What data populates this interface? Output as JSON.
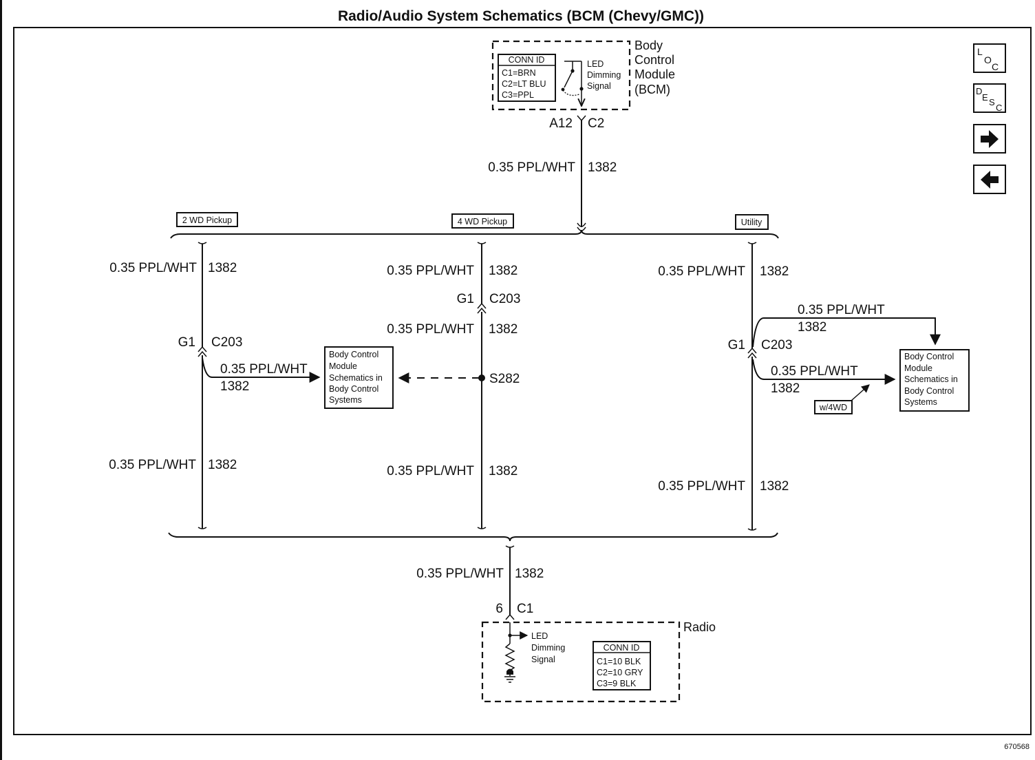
{
  "title": "Radio/Audio System Schematics (BCM (Chevy/GMC))",
  "figure_id": "670568",
  "nav": {
    "loc": [
      "L",
      "O",
      "C"
    ],
    "desc": [
      "D",
      "E",
      "S",
      "C"
    ]
  },
  "bcm": {
    "name": [
      "Body",
      "Control",
      "Module",
      "(BCM)"
    ],
    "conn_id": {
      "header": "CONN ID",
      "lines": [
        "C1=BRN",
        "C2=LT BLU",
        "C3=PPL"
      ]
    },
    "signal": [
      "LED",
      "Dimming",
      "Signal"
    ],
    "pin": "A12",
    "connector": "C2"
  },
  "wire_label": "0.35 PPL/WHT",
  "circuit": "1382",
  "tags": {
    "two_wd": "2 WD Pickup",
    "four_wd": "4 WD Pickup",
    "utility": "Utility",
    "w4wd": "w/4WD"
  },
  "inline": {
    "pin": "G1",
    "connector": "C203",
    "splice": "S282"
  },
  "ref_box": [
    "Body Control",
    "Module",
    "Schematics in",
    "Body Control",
    "Systems"
  ],
  "radio": {
    "name": "Radio",
    "pin": "6",
    "connector": "C1",
    "signal": [
      "LED",
      "Dimming",
      "Signal"
    ],
    "conn_id": {
      "header": "CONN ID",
      "lines": [
        "C1=10 BLK",
        "C2=10 GRY",
        "C3=9 BLK"
      ]
    }
  }
}
